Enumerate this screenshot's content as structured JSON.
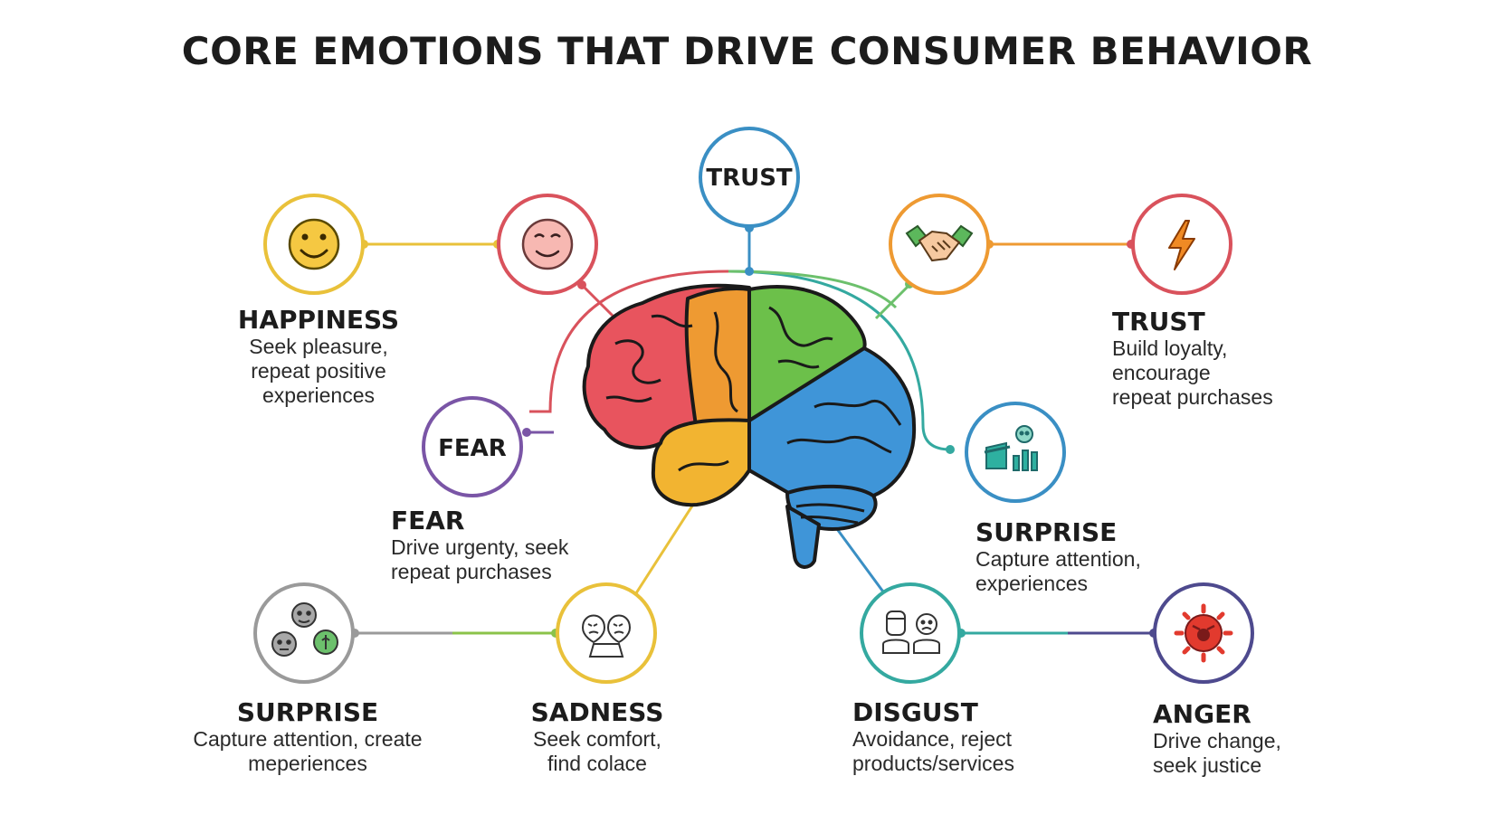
{
  "title": "CORE EMOTIONS THAT DRIVE CONSUMER BEHAVIOR",
  "circles": {
    "trust_top": "TRUST",
    "fear": "FEAR"
  },
  "labels": {
    "happiness": {
      "heading": "HAPPINESS",
      "desc": "Seek pleasure,\nrepeat positive\nexperiences"
    },
    "fear": {
      "heading": "FEAR",
      "desc": "Drive urgenty, seek\nrepeat purchases"
    },
    "trust": {
      "heading": "TRUST",
      "desc": "Build loyalty,\nencourage\nrepeat purchases"
    },
    "surprise_right": {
      "heading": "SURPRISE",
      "desc": "Capture attention,\nexperiences"
    },
    "surprise_left": {
      "heading": "SURPRISE",
      "desc": "Capture attention, create\nmeperiences"
    },
    "sadness": {
      "heading": "SADNESS",
      "desc": "Seek comfort,\nfind colace"
    },
    "disgust": {
      "heading": "DISGUST",
      "desc": "Avoidance, reject\nproducts/services"
    },
    "anger": {
      "heading": "ANGER",
      "desc": "Drive change,\nseek justice"
    }
  },
  "icons": {
    "happiness": "smiley-face-icon",
    "pleasure": "blush-face-icon",
    "handshake": "handshake-icon",
    "lightning": "lightning-bolt-icon",
    "surprise_right": "chart-people-icon",
    "surprise_left": "three-faces-icon",
    "sadness": "sad-faces-icon",
    "disgust": "disgusted-people-icon",
    "anger": "angry-virus-icon",
    "brain": "brain-icon"
  },
  "colors": {
    "yellow": "#e9c13a",
    "red": "#d9525c",
    "blue": "#3a8fc4",
    "orange": "#ee9a32",
    "teal": "#34a9a0",
    "green": "#5cb85c",
    "purple": "#7a55a6",
    "gray": "#9a9a9a",
    "navy": "#4e4a8e"
  }
}
